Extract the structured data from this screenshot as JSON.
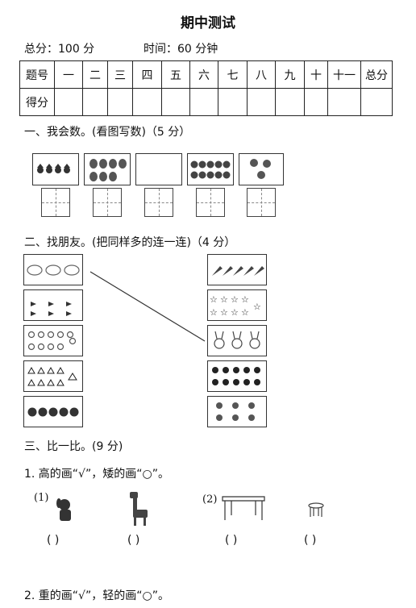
{
  "title": "期中测试",
  "info": {
    "total": "总分：100 分",
    "time": "时间：60 分钟"
  },
  "score_table": {
    "row1": [
      "题号",
      "一",
      "二",
      "三",
      "四",
      "五",
      "六",
      "七",
      "八",
      "九",
      "十",
      "十一",
      "总分"
    ],
    "row2_label": "得分"
  },
  "section1": {
    "heading": "一、我会数。(看图写数)（5 分）"
  },
  "section2": {
    "heading": "二、找朋友。(把同样多的连一连)（4 分）"
  },
  "section3": {
    "heading": "三、比一比。(9 分)",
    "q1": "1. 高的画“√”，矮的画“○”。",
    "label1": "(1)",
    "label2": "(2)",
    "paren": "(    )",
    "q2": "2. 重的画“√”，轻的画“○”。"
  },
  "icons": {
    "section1": [
      "apple-mushroom-icon",
      "pear-icon",
      "empty-box",
      "orange-icon",
      "peach-icon"
    ],
    "left": [
      "cat-icon",
      "bird-icon",
      "squirrel-icon",
      "triangle-icon",
      "apple-icon"
    ],
    "right": [
      "carrot-icon",
      "star-icon",
      "rabbit-icon",
      "panda-icon",
      "flower-icon"
    ]
  }
}
